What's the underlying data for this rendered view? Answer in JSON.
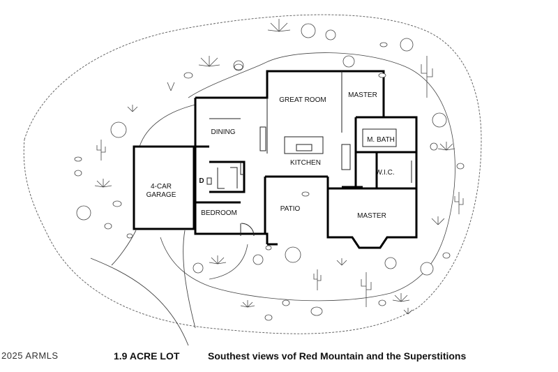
{
  "rooms": {
    "great_room": "GREAT ROOM",
    "master_top": "MASTER",
    "dining": "DINING",
    "m_bath": "M. BATH",
    "kitchen": "KITCHEN",
    "wic": "W.I.C.",
    "garage_line1": "4-CAR",
    "garage_line2": "GARAGE",
    "d_label": "D",
    "bedroom": "BEDROOM",
    "patio": "PATIO",
    "master_bottom": "MASTER"
  },
  "footer": {
    "copyright": "2025 ARMLS",
    "lot": "1.9 ACRE LOT",
    "views": "Southest views vof Red Mountain and the Superstitions"
  },
  "colors": {
    "walls": "#000000",
    "linework": "#444444",
    "background": "#ffffff"
  },
  "landscape_icons": [
    "saguaro-cactus-icon",
    "shrub-icon",
    "agave-icon",
    "rock-icon"
  ]
}
